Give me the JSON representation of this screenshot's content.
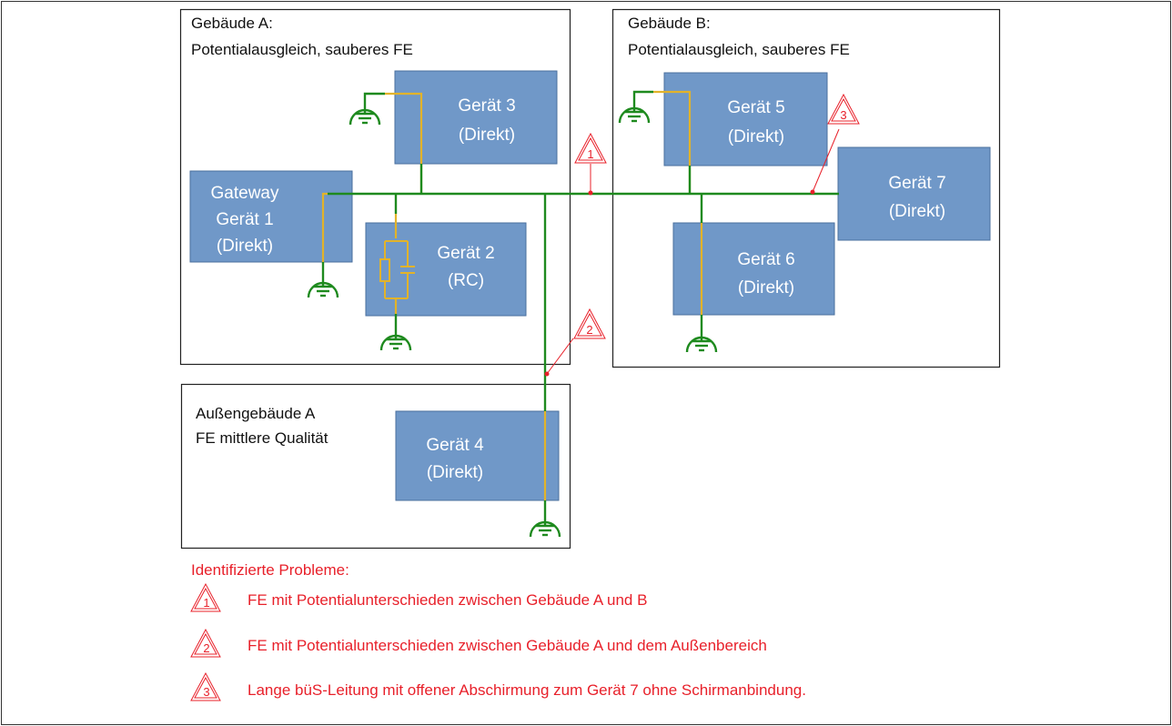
{
  "colors": {
    "device_fill": "#7098c8",
    "device_stroke": "#4a6f9e",
    "ground_line": "#1e8a1e",
    "shield_line": "#e2b32a",
    "problem": "#e8202a",
    "frame": "#333333"
  },
  "buildings": {
    "a": {
      "title": "Gebäude A:",
      "subtitle": "Potentialausgleich, sauberes FE"
    },
    "b": {
      "title": "Gebäude B:",
      "subtitle": "Potentialausgleich, sauberes FE"
    },
    "outer": {
      "title": "Außengebäude A",
      "subtitle": "FE mittlere Qualität"
    }
  },
  "devices": {
    "gateway": {
      "line1": "Gateway",
      "line2": "Gerät 1",
      "line3": "(Direkt)"
    },
    "d2": {
      "line1": "Gerät 2",
      "line2": "(RC)"
    },
    "d3": {
      "line1": "Gerät 3",
      "line2": "(Direkt)"
    },
    "d4": {
      "line1": "Gerät 4",
      "line2": "(Direkt)"
    },
    "d5": {
      "line1": "Gerät 5",
      "line2": "(Direkt)"
    },
    "d6": {
      "line1": "Gerät 6",
      "line2": "(Direkt)"
    },
    "d7": {
      "line1": "Gerät 7",
      "line2": "(Direkt)"
    }
  },
  "markers": {
    "m1": "1",
    "m2": "2",
    "m3": "3"
  },
  "problems": {
    "heading": "Identifizierte Probleme:",
    "items": [
      {
        "num": "1",
        "text": "FE mit Potentialunterschieden zwischen Gebäude A und B"
      },
      {
        "num": "2",
        "text": "FE mit Potentialunterschieden zwischen Gebäude A und dem Außenbereich"
      },
      {
        "num": "3",
        "text": "Lange büS-Leitung mit offener Abschirmung zum Gerät 7 ohne Schirmanbindung."
      }
    ]
  }
}
